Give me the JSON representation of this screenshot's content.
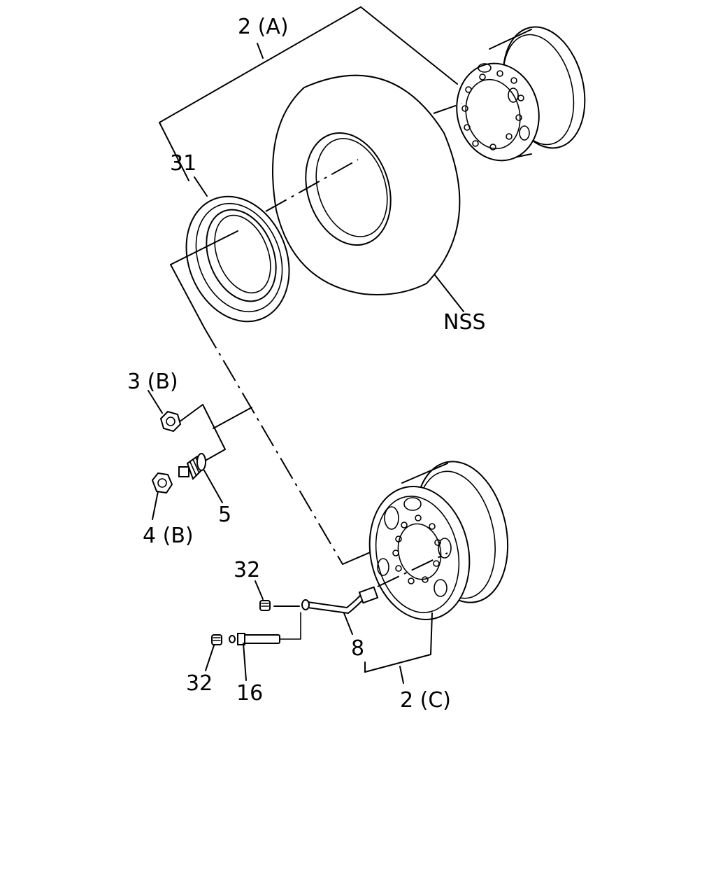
{
  "labels": {
    "wheel_assy_a": "2 (A)",
    "flap": "31",
    "tire": "NSS",
    "nut_3b": "3 (B)",
    "nut_4b": "4 (B)",
    "stud_bolt": "5",
    "cap_32_upper": "32",
    "valve_ext": "8",
    "cap_32_lower": "32",
    "valve": "16",
    "wheel_assy_c": "2 (C)"
  }
}
